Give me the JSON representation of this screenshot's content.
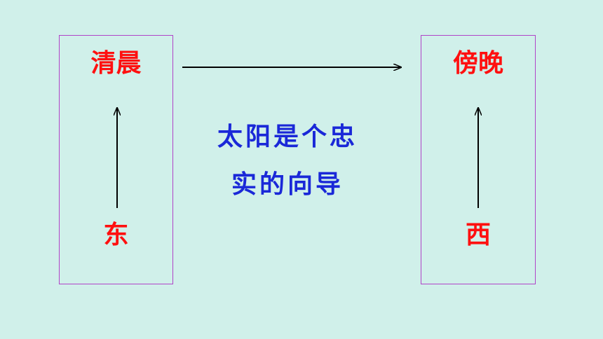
{
  "left_box": {
    "top_label": "清晨",
    "bottom_label": "东"
  },
  "right_box": {
    "top_label": "傍晚",
    "bottom_label": "西"
  },
  "center_text": {
    "line1": "太阳是个忠",
    "line2": "实的向导"
  },
  "colors": {
    "background": "#d0f0ea",
    "label": "#ff1010",
    "center_text": "#1a28d8",
    "box_border": "#b044c8",
    "arrow": "#000000"
  }
}
